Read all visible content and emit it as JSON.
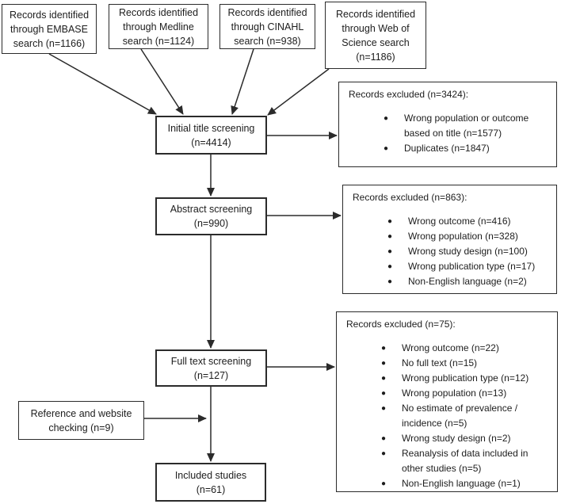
{
  "figure": {
    "background": "#ffffff",
    "border_color": "#2b2b2b",
    "text_color": "#1d1d1d",
    "bullet": "●",
    "sources": [
      {
        "text": "Records identified through EMBASE search (n=1166)"
      },
      {
        "text": "Records identified through Medline search (n=1124)"
      },
      {
        "text": "Records identified through CINAHL search (n=938)"
      },
      {
        "text": "Records identified through Web of Science search (n=1186)"
      }
    ],
    "stages": [
      {
        "label": "Initial title screening",
        "count": "(n=4414)"
      },
      {
        "label": "Abstract screening",
        "count": "(n=990)"
      },
      {
        "label": "Full text screening",
        "count": "(n=127)"
      },
      {
        "label": "Included studies",
        "count": "(n=61)"
      }
    ],
    "side_input": {
      "text": "Reference and website checking (n=9)"
    },
    "exclusions": [
      {
        "title": "Records excluded (n=3424):",
        "items": [
          "Wrong population or outcome based on title (n=1577)",
          "Duplicates (n=1847)"
        ]
      },
      {
        "title": "Records excluded (n=863):",
        "items": [
          "Wrong outcome (n=416)",
          "Wrong population (n=328)",
          "Wrong study design (n=100)",
          "Wrong publication type (n=17)",
          "Non-English language (n=2)"
        ]
      },
      {
        "title": "Records excluded (n=75):",
        "items": [
          "Wrong outcome (n=22)",
          "No full text (n=15)",
          "Wrong publication type (n=12)",
          "Wrong population (n=13)",
          "No estimate of prevalence / incidence (n=5)",
          "Wrong study design (n=2)",
          "Reanalysis of data included in other studies (n=5)",
          "Non-English language (n=1)"
        ]
      }
    ]
  }
}
